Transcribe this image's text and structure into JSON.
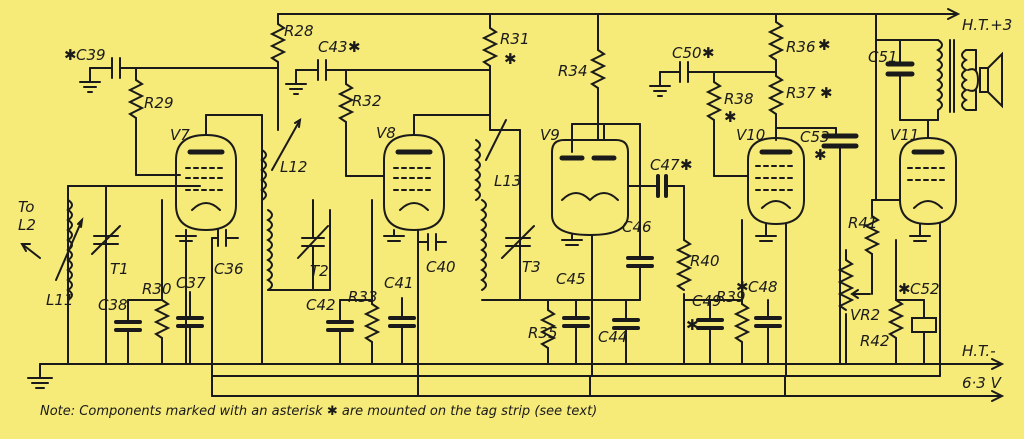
{
  "rails": {
    "ht_plus": "H.T.+3",
    "ht_minus": "H.T.-",
    "heater": "6·3 V"
  },
  "input": {
    "to": "To",
    "dest": "L2"
  },
  "valves": [
    "V7",
    "V8",
    "V9",
    "V10",
    "V11"
  ],
  "labels": {
    "C39": "C39",
    "R29": "R29",
    "R28": "R28",
    "C43": "C43",
    "R32": "R32",
    "R31": "R31",
    "R34": "R34",
    "C50": "C50",
    "R38": "R38",
    "R36": "R36",
    "R37": "R37",
    "C51": "C51",
    "L11": "L11",
    "T1": "T1",
    "C38": "C38",
    "R30": "R30",
    "C37": "C37",
    "C36": "C36",
    "L12": "L12",
    "T2": "T2",
    "C42": "C42",
    "R33": "R33",
    "C41": "C41",
    "C40": "C40",
    "L13": "L13",
    "T3": "T3",
    "C45": "C45",
    "R35": "R35",
    "C44": "C44",
    "C46": "C46",
    "C47": "C47",
    "R40": "R40",
    "C49": "C49",
    "R39": "R39",
    "C48": "C48",
    "C53": "C53",
    "R41": "R41",
    "VR2": "VR2",
    "C52": "C52",
    "R42": "R42"
  },
  "asterisk": "✱",
  "note": "Note: Components marked with an asterisk ✱ are mounted on the tag strip (see text)"
}
